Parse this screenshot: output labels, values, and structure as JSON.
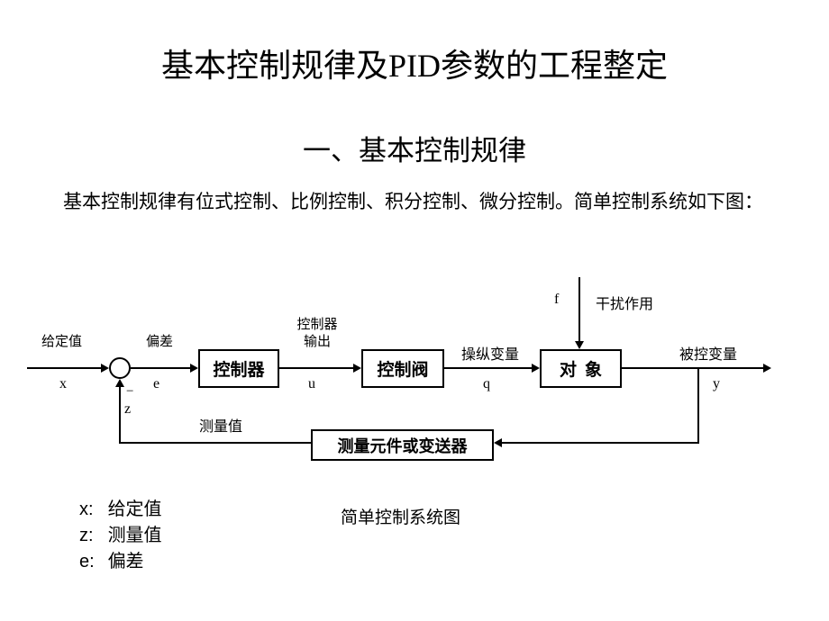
{
  "slide": {
    "title": "基本控制规律及PID参数的工程整定",
    "subtitle": "一、基本控制规律",
    "body": "基本控制规律有位式控制、比例控制、积分控制、微分控制。简单控制系统如下图：",
    "caption": "简单控制系统图"
  },
  "diagram": {
    "blocks": {
      "controller": "控制器",
      "valve": "控制阀",
      "plant": "对象",
      "transmitter": "测量元件或变送器"
    },
    "labels": {
      "setpoint": "给定值",
      "setpoint_var": "x",
      "error": "偏差",
      "error_var": "e",
      "minus_sign": "−",
      "feedback_var": "z",
      "controller_output_line1": "控制器",
      "controller_output_line2": "输出",
      "controller_output_var": "u",
      "manipulated": "操纵变量",
      "manipulated_var": "q",
      "controlled": "被控变量",
      "controlled_var": "y",
      "disturbance_var": "f",
      "disturbance": "干扰作用",
      "measured": "测量值"
    }
  },
  "legend": {
    "items": [
      {
        "symbol": "x:",
        "text": "给定值"
      },
      {
        "symbol": "z:",
        "text": "测量值"
      },
      {
        "symbol": "e:",
        "text": "偏差"
      }
    ]
  }
}
